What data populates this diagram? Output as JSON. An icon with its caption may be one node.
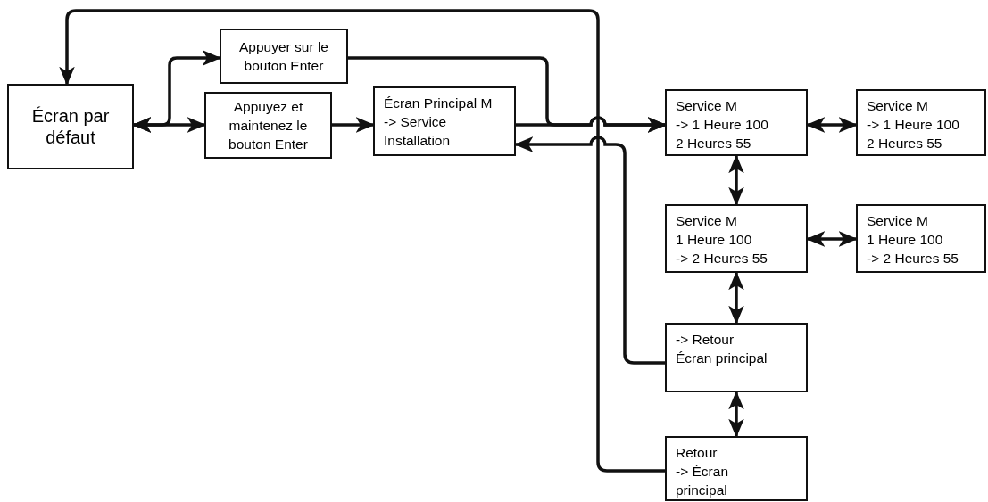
{
  "diagram": {
    "nodes": [
      {
        "text": [
          "Écran par défaut"
        ]
      },
      {
        "text": [
          "Appuyer sur le bouton Enter"
        ]
      },
      {
        "text": [
          "Appuyez et maintenez le bouton Enter"
        ]
      },
      {
        "text": [
          "Écran Principal M",
          "-> Service",
          "Installation"
        ]
      },
      {
        "text": [
          "Service M",
          "-> 1 Heure 100",
          "2 Heures 55"
        ]
      },
      {
        "text": [
          "Service M",
          "-> 1 Heure 100",
          "2 Heures 55"
        ]
      },
      {
        "text": [
          "Service M",
          "1 Heure 100",
          "-> 2 Heures 55"
        ]
      },
      {
        "text": [
          "Service M",
          "1 Heure 100",
          "-> 2 Heures 55"
        ]
      },
      {
        "text": [
          "-> Retour",
          "Écran principal"
        ]
      },
      {
        "text": [
          "Retour",
          "-> Écran",
          "principal"
        ]
      }
    ],
    "edges": [
      {
        "from": 0,
        "to": 1,
        "arrow": "both"
      },
      {
        "from": 0,
        "to": 2,
        "arrow": "both"
      },
      {
        "from": 2,
        "to": 3,
        "arrow": "to"
      },
      {
        "from": 1,
        "to": 4,
        "arrow": "to"
      },
      {
        "from": 3,
        "to": 4,
        "arrow": "to"
      },
      {
        "from": 4,
        "to": 5,
        "arrow": "both"
      },
      {
        "from": 4,
        "to": 6,
        "arrow": "both"
      },
      {
        "from": 6,
        "to": 7,
        "arrow": "both"
      },
      {
        "from": 6,
        "to": 8,
        "arrow": "both"
      },
      {
        "from": 8,
        "to": 9,
        "arrow": "both"
      },
      {
        "from": 8,
        "to": 3,
        "arrow": "to"
      },
      {
        "from": 9,
        "to": 0,
        "arrow": "to"
      }
    ]
  }
}
